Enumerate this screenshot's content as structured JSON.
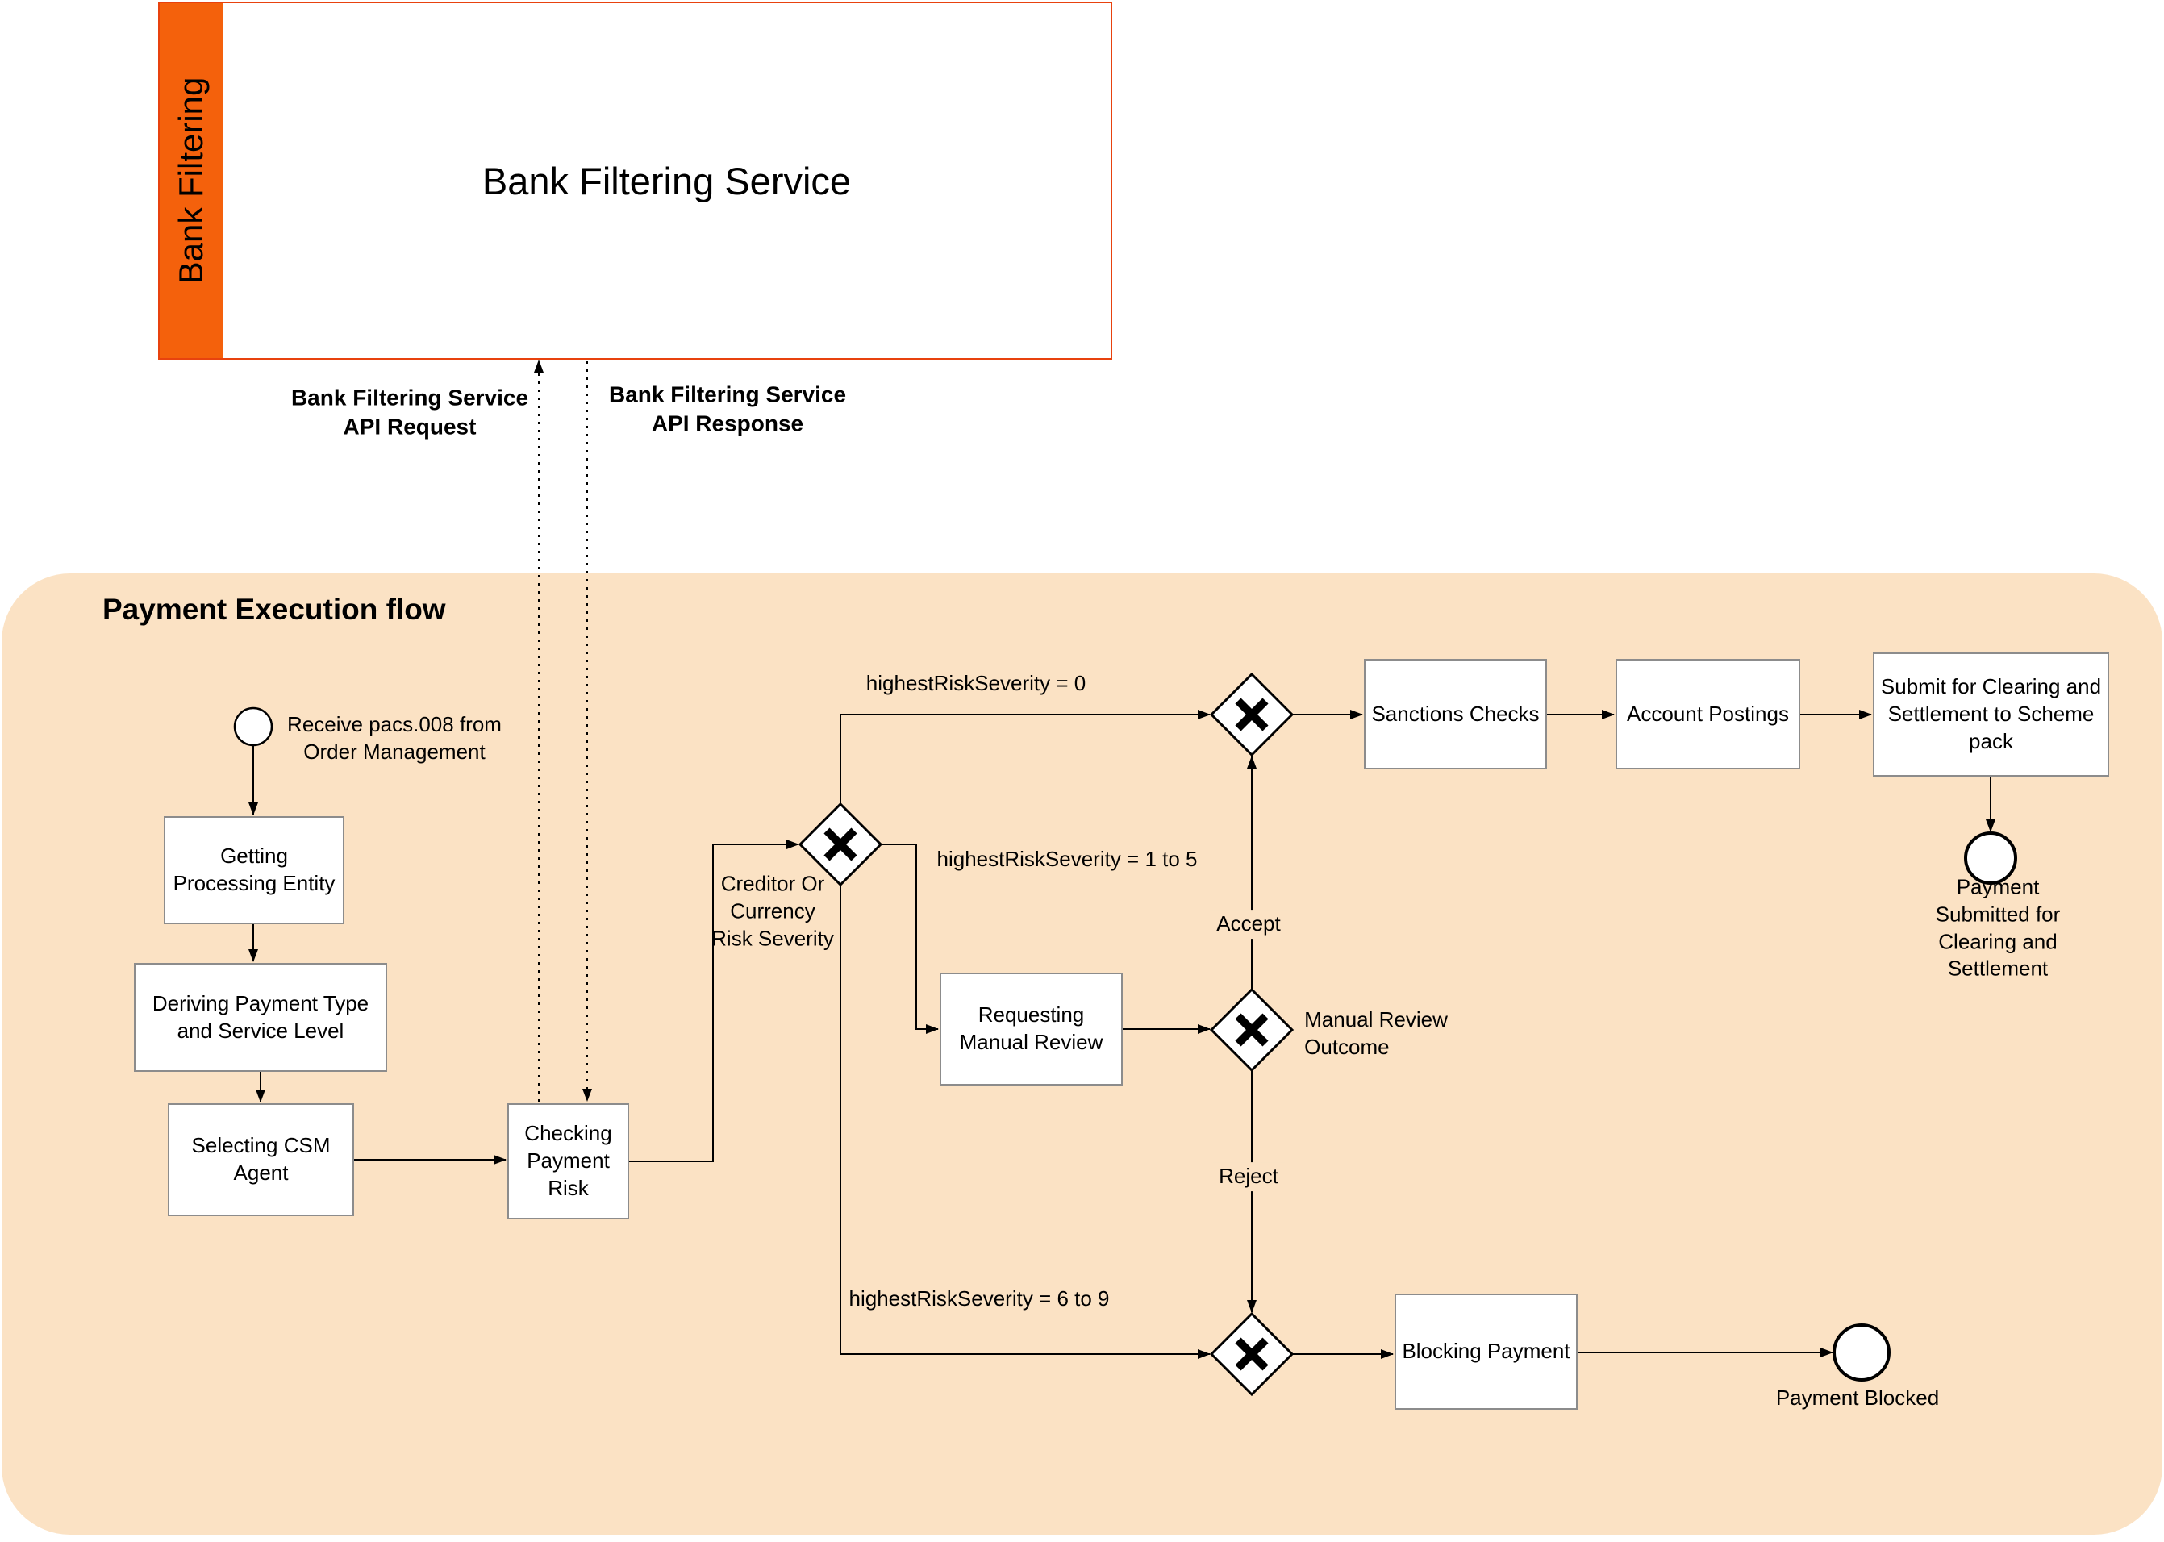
{
  "pool": {
    "lane": "Bank Filtering",
    "title": "Bank Filtering Service"
  },
  "messages": {
    "request": "Bank Filtering Service\nAPI Request",
    "response": "Bank Filtering Service\nAPI Response"
  },
  "flow": {
    "title": "Payment Execution flow",
    "start_label": "Receive pacs.008 from\nOrder Management",
    "tasks": {
      "getting": "Getting\nProcessing Entity",
      "deriving": "Deriving Payment Type\nand Service Level",
      "selecting": "Selecting CSM\nAgent",
      "checking": "Checking\nPayment\nRisk",
      "manual": "Requesting\nManual Review",
      "sanctions": "Sanctions Checks",
      "account": "Account Postings",
      "submit": "Submit for Clearing and\nSettlement to Scheme\npack",
      "blocking": "Blocking Payment"
    },
    "labels": {
      "creditor": "Creditor Or\nCurrency\nRisk Severity",
      "outcome": "Manual Review\nOutcome"
    },
    "conditions": {
      "sev0": "highestRiskSeverity = 0",
      "sev1to5": "highestRiskSeverity = 1 to 5",
      "sev6to9": "highestRiskSeverity = 6 to 9",
      "accept": "Accept",
      "reject": "Reject"
    },
    "ends": {
      "submitted": "Payment Submitted for\nClearing and Settlement",
      "blocked": "Payment Blocked"
    }
  },
  "colors": {
    "lane_orange": "#F4610C",
    "pool_border": "#E8420E",
    "flow_background": "#FBE2C4",
    "shape_border_gray": "#8C8C8C",
    "line_black": "#000000"
  }
}
